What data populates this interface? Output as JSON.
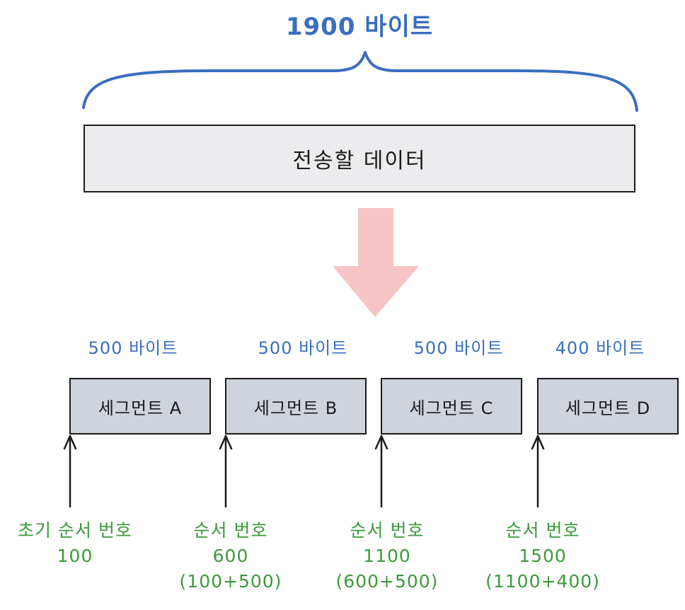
{
  "total_label": "1900 바이트",
  "data_box_label": "전송할 데이터",
  "segments": [
    {
      "size": "500 바이트",
      "name": "세그먼트 A",
      "seq_lines": [
        "초기 순서 번호",
        "100",
        ""
      ]
    },
    {
      "size": "500 바이트",
      "name": "세그먼트 B",
      "seq_lines": [
        "순서 번호",
        "600",
        "(100+500)"
      ]
    },
    {
      "size": "500 바이트",
      "name": "세그먼트 C",
      "seq_lines": [
        "순서 번호",
        "1100",
        "(600+500)"
      ]
    },
    {
      "size": "400 바이트",
      "name": "세그먼트 D",
      "seq_lines": [
        "순서 번호",
        "1500",
        "(1100+400)"
      ]
    }
  ],
  "colors": {
    "blue": "#3a6ebf",
    "green": "#3c9a3c",
    "arrow_fill": "#f6c4c4",
    "data_box_fill": "#ececee",
    "segment_fill": "#ced3dc"
  }
}
